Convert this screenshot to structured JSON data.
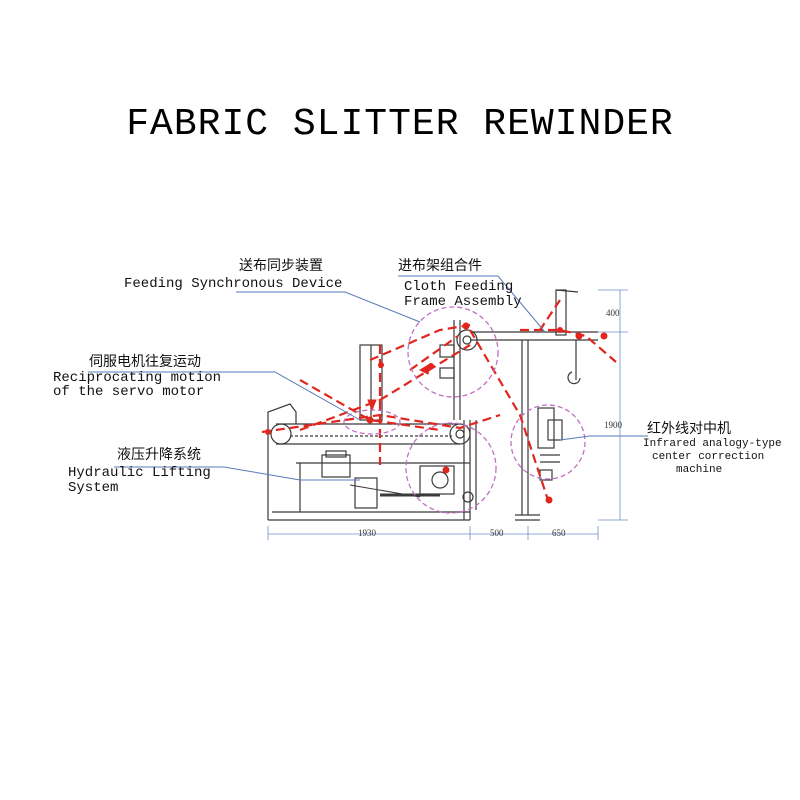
{
  "title": "FABRIC SLITTER REWINDER",
  "callouts": {
    "feeding_sync": {
      "zh": "送布同步装置",
      "en": "Feeding Synchronous Device"
    },
    "cloth_frame": {
      "zh": "进布架组合件",
      "en_line1": "Cloth Feeding",
      "en_line2": "Frame Assembly"
    },
    "servo": {
      "zh": "伺服电机往复运动",
      "en_line1": "Reciprocating motion",
      "en_line2": "of the servo motor"
    },
    "hydraulic": {
      "zh": "液压升降系统",
      "en_line1": "Hydraulic Lifting",
      "en_line2": "System"
    },
    "infrared": {
      "zh": "红外线对中机",
      "en_line1": "Infrared analogy-type",
      "en_line2": "center correction",
      "en_line3": "machine"
    }
  },
  "dimensions": {
    "width_1": "1930",
    "width_2": "500",
    "width_3": "650",
    "height_total": "1900",
    "height_top": "400"
  },
  "colors": {
    "machine_line": "#3a3a3a",
    "web_path": "#e0261e",
    "callout_circle": "#c070c0",
    "leader": "#5a7ab8",
    "dimension": "#6e8fc8"
  }
}
